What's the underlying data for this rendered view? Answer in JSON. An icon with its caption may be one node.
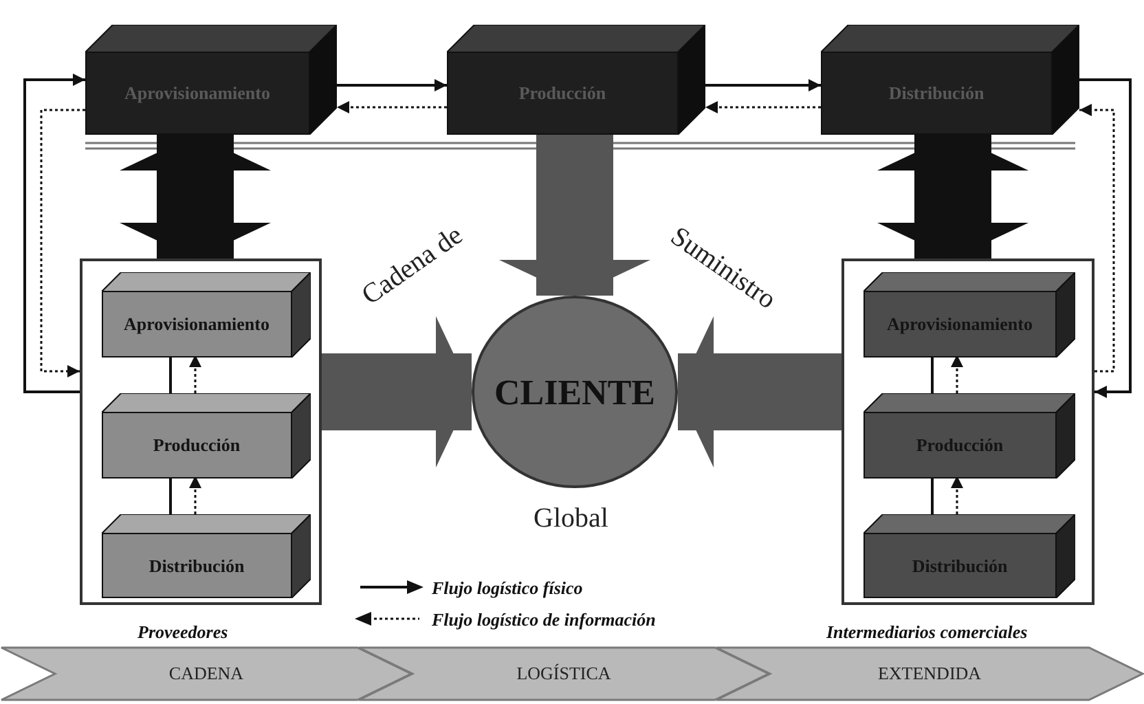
{
  "diagram": {
    "nodes": [
      {
        "text": [
          "Aprovisionamiento"
        ]
      },
      {
        "text": [
          "Producción"
        ]
      },
      {
        "text": [
          "Distribución"
        ]
      },
      {
        "text": [],
        "shape": "box"
      },
      {
        "text": [
          "Aprovisionamiento"
        ],
        "in": 3
      },
      {
        "text": [
          "Producción"
        ],
        "in": 3
      },
      {
        "text": [
          "Distribución"
        ],
        "in": 3
      },
      {
        "text": [],
        "shape": "box"
      },
      {
        "text": [
          "Aprovisionamiento"
        ],
        "in": 7
      },
      {
        "text": [
          "Producción"
        ],
        "in": 7
      },
      {
        "text": [
          "Distribución"
        ],
        "in": 7
      },
      {
        "text": [
          "CLIENTE"
        ],
        "beside": [
          "Global"
        ]
      },
      {
        "text": [
          "CADENA"
        ]
      },
      {
        "text": [
          "LOGÍSTICA"
        ]
      },
      {
        "text": [
          "EXTENDIDA"
        ]
      }
    ],
    "edges": [
      {
        "from": 0,
        "to": 1,
        "arrow": "to"
      },
      {
        "from": 1,
        "to": 0,
        "arrow": "to",
        "style": "dashed"
      },
      {
        "from": 1,
        "to": 2,
        "arrow": "to"
      },
      {
        "from": 2,
        "to": 1,
        "arrow": "to",
        "style": "dashed"
      },
      {
        "from": 3,
        "to": 0,
        "arrow": "to"
      },
      {
        "from": 0,
        "to": 3,
        "arrow": "to",
        "style": "dashed"
      },
      {
        "from": 2,
        "to": 7,
        "arrow": "to"
      },
      {
        "from": 7,
        "to": 2,
        "arrow": "to",
        "style": "dashed"
      },
      {
        "from": 4,
        "to": 5,
        "arrow": "to"
      },
      {
        "from": 5,
        "to": 4,
        "arrow": "to",
        "style": "dashed"
      },
      {
        "from": 5,
        "to": 6,
        "arrow": "to"
      },
      {
        "from": 6,
        "to": 5,
        "arrow": "to",
        "style": "dashed"
      },
      {
        "from": 8,
        "to": 9,
        "arrow": "to"
      },
      {
        "from": 9,
        "to": 8,
        "arrow": "to",
        "style": "dashed"
      },
      {
        "from": 9,
        "to": 10,
        "arrow": "to"
      },
      {
        "from": 10,
        "to": 9,
        "arrow": "to",
        "style": "dashed"
      },
      {
        "from": 0,
        "to": 3,
        "arrow": "both",
        "style": "thick"
      },
      {
        "from": 2,
        "to": 7,
        "arrow": "both",
        "style": "thick"
      },
      {
        "from": 1,
        "to": 11,
        "arrow": "to",
        "style": "thick",
        "color": "#555555"
      },
      {
        "from": 3,
        "to": 11,
        "arrow": "to",
        "style": "thick",
        "color": "#555555"
      },
      {
        "from": 7,
        "to": 11,
        "arrow": "to",
        "style": "thick",
        "color": "#555555"
      }
    ],
    "labels": [
      "Cadena de",
      "Suministro",
      "Proveedores",
      "Intermediarios comerciales"
    ],
    "legend": [
      {
        "text": "Flujo logístico físico"
      },
      {
        "text": "Flujo logístico de información"
      }
    ]
  }
}
